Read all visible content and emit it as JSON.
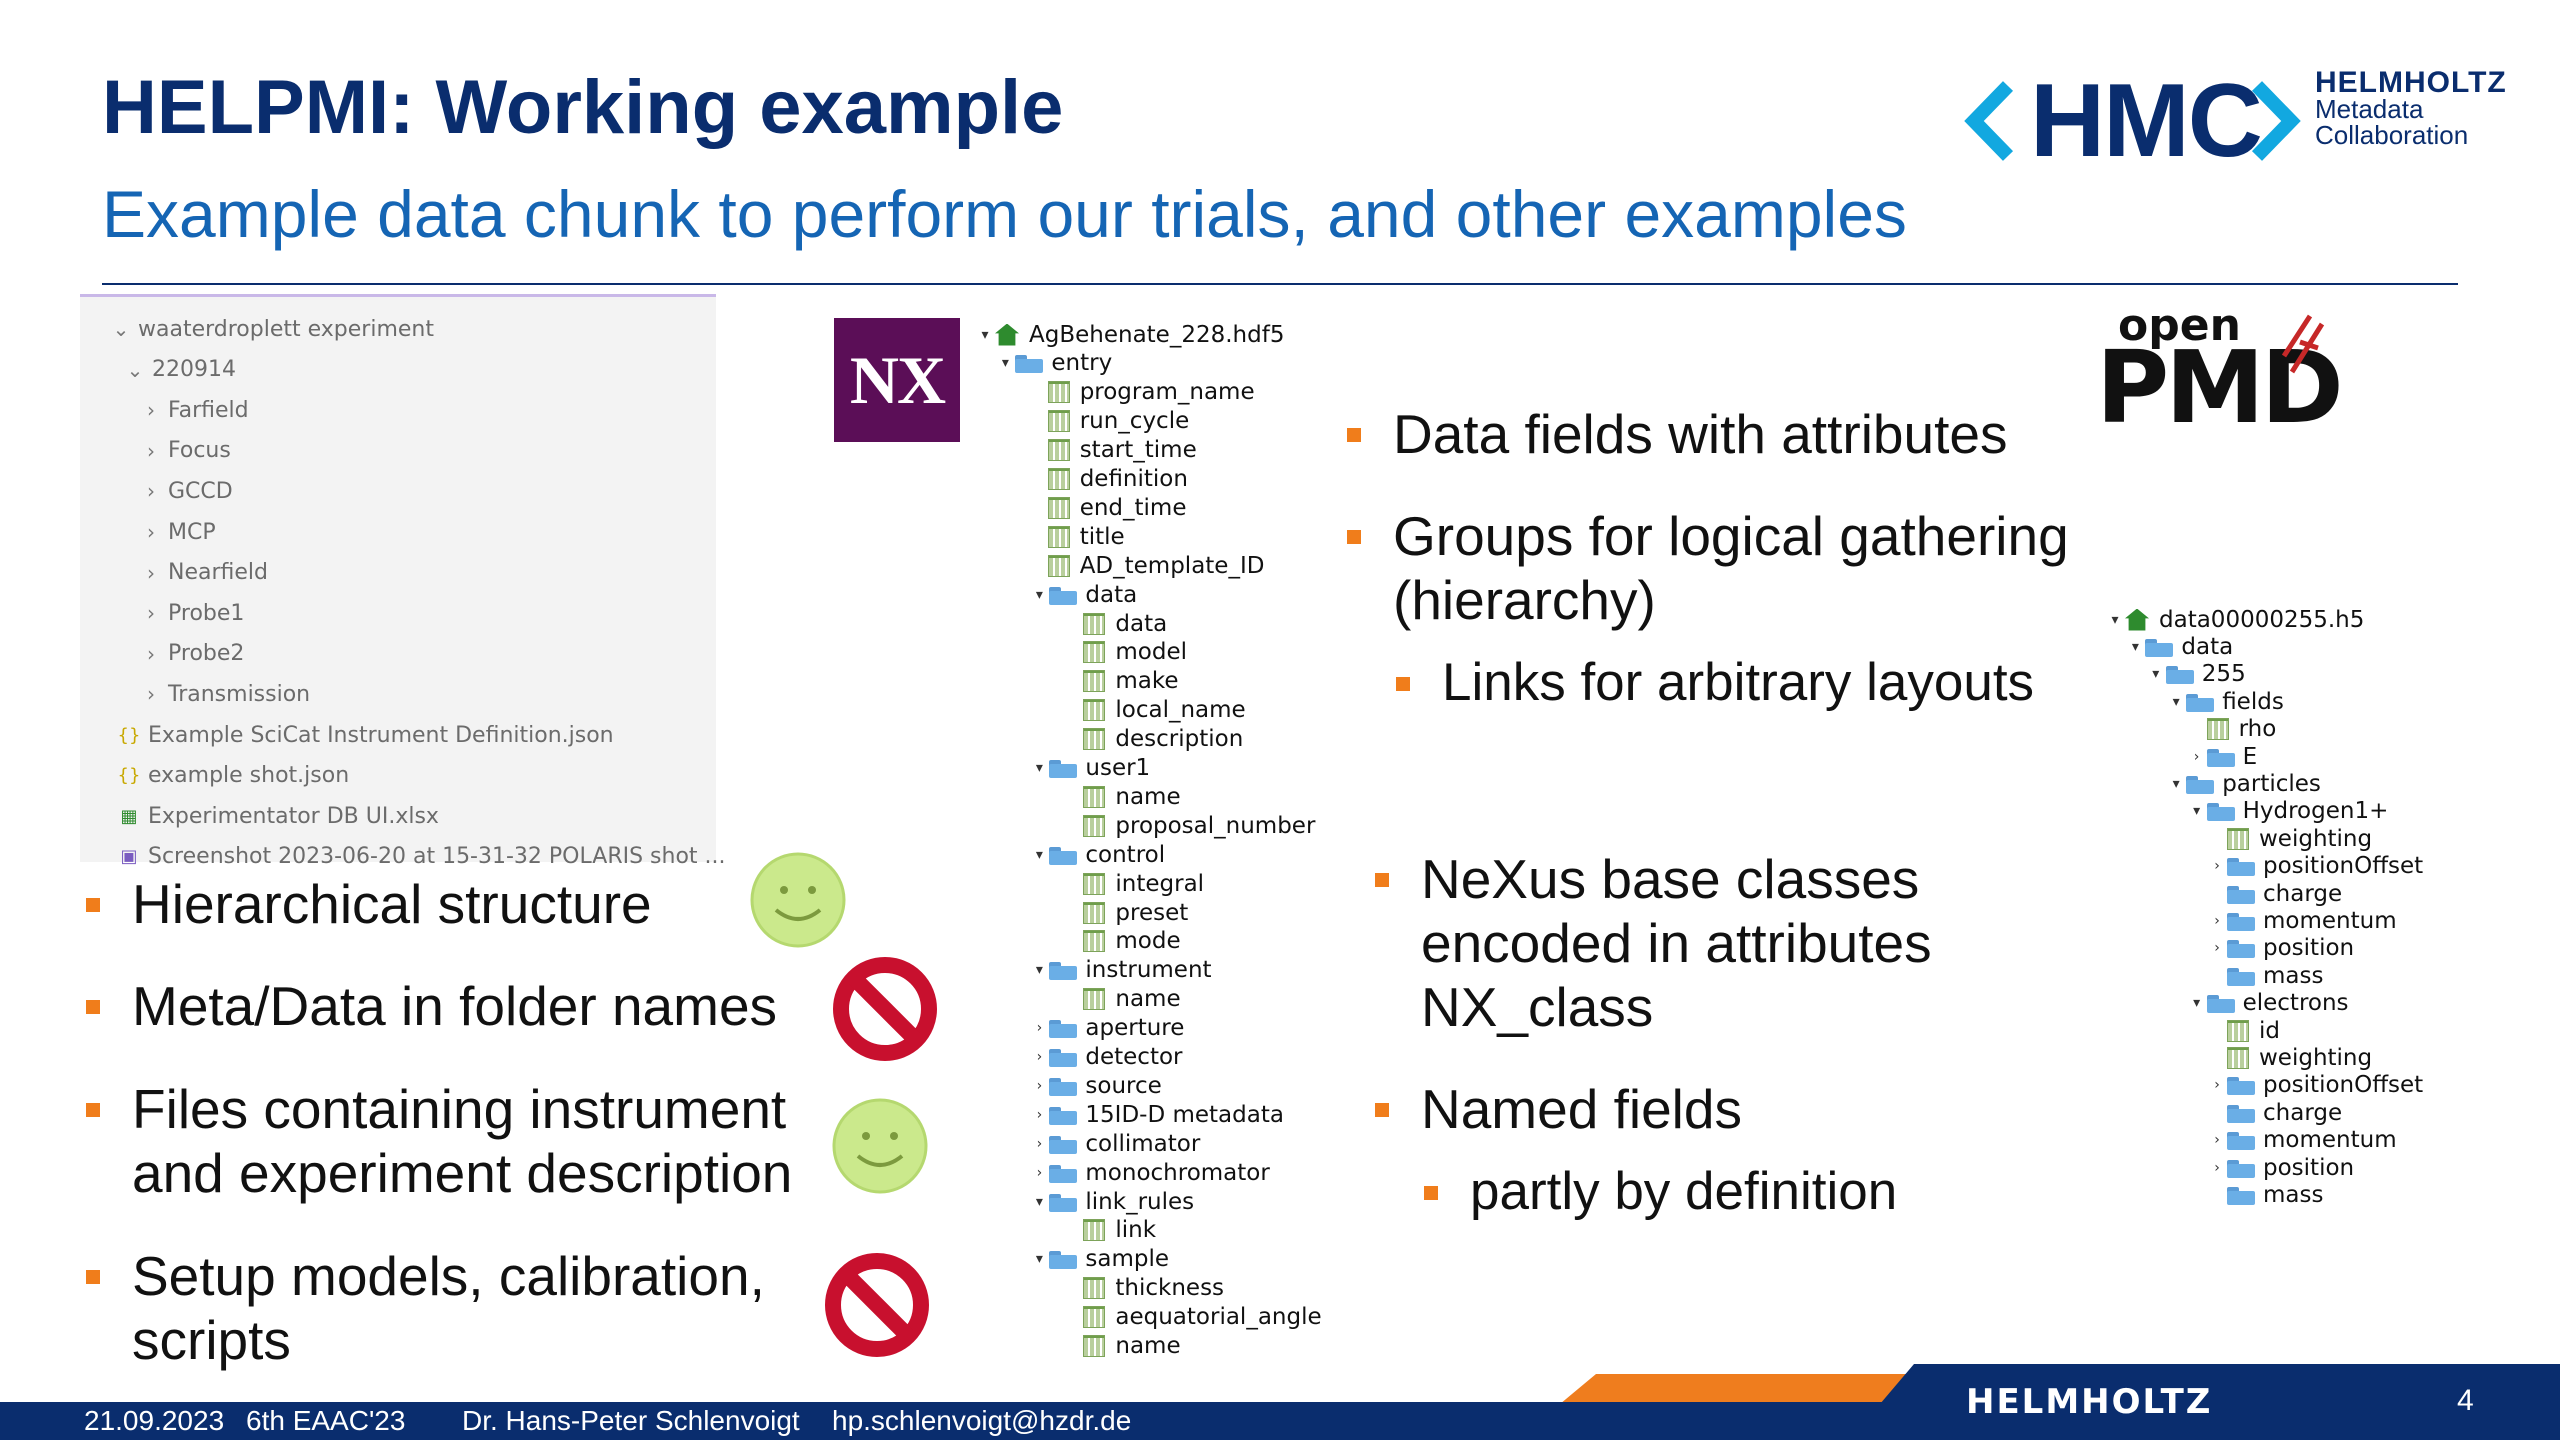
{
  "header": {
    "title": "HELPMI: Working example",
    "subtitle": "Example data chunk to perform our trials, and other examples"
  },
  "logo_hmc": {
    "mark": "HMC",
    "line1": "HELMHOLTZ",
    "line2": "Metadata",
    "line3": "Collaboration"
  },
  "explorer": {
    "items": [
      {
        "chev": "⌄",
        "icon": "",
        "label": "waaterdroplett experiment"
      },
      {
        "chev": "⌄",
        "icon": "",
        "label": "220914"
      },
      {
        "chev": "›",
        "icon": "",
        "label": "Farfield"
      },
      {
        "chev": "›",
        "icon": "",
        "label": "Focus"
      },
      {
        "chev": "›",
        "icon": "",
        "label": "GCCD"
      },
      {
        "chev": "›",
        "icon": "",
        "label": "MCP"
      },
      {
        "chev": "›",
        "icon": "",
        "label": "Nearfield"
      },
      {
        "chev": "›",
        "icon": "",
        "label": "Probe1"
      },
      {
        "chev": "›",
        "icon": "",
        "label": "Probe2"
      },
      {
        "chev": "›",
        "icon": "",
        "label": "Transmission"
      },
      {
        "chev": "",
        "icon": "{}",
        "label": "Example SciCat Instrument Definition.json"
      },
      {
        "chev": "",
        "icon": "{}",
        "label": "example shot.json"
      },
      {
        "chev": "",
        "icon": "▦",
        "label": "Experimentator DB UI.xlsx"
      },
      {
        "chev": "",
        "icon": "▣",
        "label": "Screenshot 2023-06-20 at 15-31-32 POLARIS shot ..."
      }
    ]
  },
  "left_bullets": [
    {
      "line1": "Hierarchical structure",
      "line2": ""
    },
    {
      "line1": "Meta/Data in folder names",
      "line2": ""
    },
    {
      "line1": "Files containing instrument",
      "line2": "and experiment description"
    },
    {
      "line1": "Setup models, calibration,",
      "line2": "scripts"
    }
  ],
  "nx_logo": "NX",
  "nexus_tree": [
    {
      "tog": "▾",
      "type": "file",
      "label": "AgBehenate_228.hdf5"
    },
    {
      "tog": "▾",
      "type": "folder",
      "label": "entry"
    },
    {
      "tog": "",
      "type": "ds",
      "label": "program_name"
    },
    {
      "tog": "",
      "type": "ds",
      "label": "run_cycle"
    },
    {
      "tog": "",
      "type": "ds",
      "label": "start_time"
    },
    {
      "tog": "",
      "type": "ds",
      "label": "definition"
    },
    {
      "tog": "",
      "type": "ds",
      "label": "end_time"
    },
    {
      "tog": "",
      "type": "ds",
      "label": "title"
    },
    {
      "tog": "",
      "type": "ds",
      "label": "AD_template_ID"
    },
    {
      "tog": "▾",
      "type": "folder",
      "label": "data"
    },
    {
      "tog": "",
      "type": "ds",
      "label": "data"
    },
    {
      "tog": "",
      "type": "ds",
      "label": "model"
    },
    {
      "tog": "",
      "type": "ds",
      "label": "make"
    },
    {
      "tog": "",
      "type": "ds",
      "label": "local_name"
    },
    {
      "tog": "",
      "type": "ds",
      "label": "description"
    },
    {
      "tog": "▾",
      "type": "folder",
      "label": "user1"
    },
    {
      "tog": "",
      "type": "ds",
      "label": "name"
    },
    {
      "tog": "",
      "type": "ds",
      "label": "proposal_number"
    },
    {
      "tog": "▾",
      "type": "folder",
      "label": "control"
    },
    {
      "tog": "",
      "type": "ds",
      "label": "integral"
    },
    {
      "tog": "",
      "type": "ds",
      "label": "preset"
    },
    {
      "tog": "",
      "type": "ds",
      "label": "mode"
    },
    {
      "tog": "▾",
      "type": "folder",
      "label": "instrument"
    },
    {
      "tog": "",
      "type": "ds",
      "label": "name"
    },
    {
      "tog": "›",
      "type": "folder",
      "label": "aperture"
    },
    {
      "tog": "›",
      "type": "folder",
      "label": "detector"
    },
    {
      "tog": "›",
      "type": "folder",
      "label": "source"
    },
    {
      "tog": "›",
      "type": "folder",
      "label": "15ID-D metadata"
    },
    {
      "tog": "›",
      "type": "folder",
      "label": "collimator"
    },
    {
      "tog": "›",
      "type": "folder",
      "label": "monochromator"
    },
    {
      "tog": "▾",
      "type": "folder",
      "label": "link_rules"
    },
    {
      "tog": "",
      "type": "ds",
      "label": "link"
    },
    {
      "tog": "▾",
      "type": "folder",
      "label": "sample"
    },
    {
      "tog": "",
      "type": "ds",
      "label": "thickness"
    },
    {
      "tog": "",
      "type": "ds",
      "label": "aequatorial_angle"
    },
    {
      "tog": "",
      "type": "ds",
      "label": "name"
    }
  ],
  "middle_bullets": {
    "b1": "Data fields with attributes",
    "b2_l1": "Groups for logical gathering",
    "b2_l2": "(hierarchy)",
    "b3": "Links for arbitrary layouts",
    "b4_l1": "NeXus base classes",
    "b4_l2": "encoded in attributes",
    "b4_l3": "NX_class",
    "b5": "Named fields",
    "b6": "partly by definition"
  },
  "openpmd_logo": {
    "top": "open",
    "bottom": "PMD"
  },
  "openpmd_tree": [
    {
      "tog": "▾",
      "type": "file",
      "label": "data00000255.h5"
    },
    {
      "tog": "▾",
      "type": "folder",
      "label": "data"
    },
    {
      "tog": "▾",
      "type": "folder",
      "label": "255"
    },
    {
      "tog": "▾",
      "type": "folder",
      "label": "fields"
    },
    {
      "tog": "",
      "type": "ds",
      "label": "rho"
    },
    {
      "tog": "›",
      "type": "folder",
      "label": "E"
    },
    {
      "tog": "▾",
      "type": "folder",
      "label": "particles"
    },
    {
      "tog": "▾",
      "type": "folder",
      "label": "Hydrogen1+"
    },
    {
      "tog": "",
      "type": "ds",
      "label": "weighting"
    },
    {
      "tog": "›",
      "type": "folder",
      "label": "positionOffset"
    },
    {
      "tog": "",
      "type": "folder",
      "label": "charge"
    },
    {
      "tog": "›",
      "type": "folder",
      "label": "momentum"
    },
    {
      "tog": "›",
      "type": "folder",
      "label": "position"
    },
    {
      "tog": "",
      "type": "folder",
      "label": "mass"
    },
    {
      "tog": "▾",
      "type": "folder",
      "label": "electrons"
    },
    {
      "tog": "",
      "type": "ds",
      "label": "id"
    },
    {
      "tog": "",
      "type": "ds",
      "label": "weighting"
    },
    {
      "tog": "›",
      "type": "folder",
      "label": "positionOffset"
    },
    {
      "tog": "",
      "type": "folder",
      "label": "charge"
    },
    {
      "tog": "›",
      "type": "folder",
      "label": "momentum"
    },
    {
      "tog": "›",
      "type": "folder",
      "label": "position"
    },
    {
      "tog": "",
      "type": "folder",
      "label": "mass"
    }
  ],
  "footer": {
    "date": "21.09.2023",
    "event": "6th EAAC'23",
    "author": "Dr. Hans-Peter Schlenvoigt",
    "email": "hp.schlenvoigt@hzdr.de",
    "brand": "HELMHOLTZ",
    "page": "4"
  },
  "colors": {
    "navy": "#0a2d6e",
    "blue": "#1565b4",
    "orange": "#f07d1b",
    "nx_purple": "#5b0e57",
    "smiley": "#c9e88a",
    "forbidden": "#c8102e"
  }
}
